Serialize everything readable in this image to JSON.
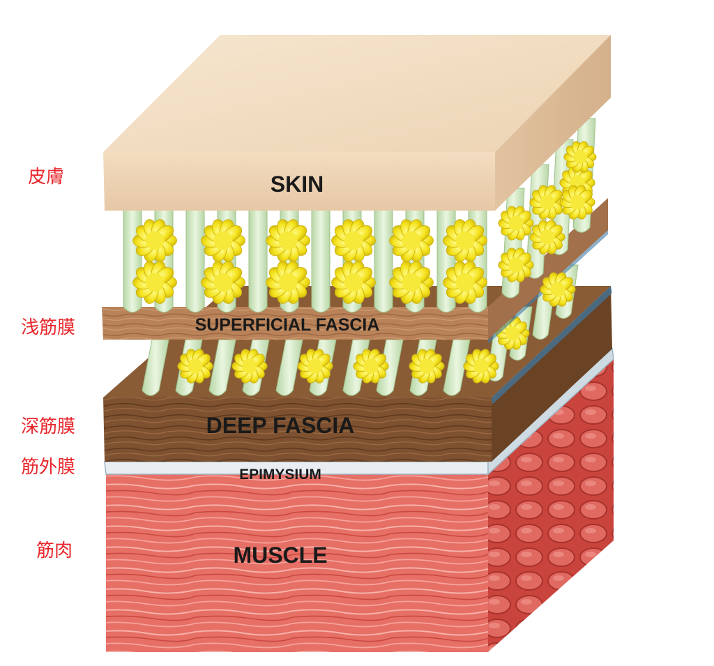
{
  "diagram": {
    "side_labels": {
      "skin": "皮膚",
      "superficial_fascia": "浅筋膜",
      "deep_fascia": "深筋膜",
      "epimysium": "筋外膜",
      "muscle": "筋肉"
    },
    "layer_labels": {
      "skin": "SKIN",
      "superficial_fascia": "SUPERFICIAL FASCIA",
      "deep_fascia": "DEEP FASCIA",
      "epimysium": "EPIMYSIUM",
      "muscle": "MUSCLE"
    },
    "colors": {
      "skin": "#f1dcc0",
      "fascia_wood": "#b07a52",
      "deep_fascia_wood": "#7a4f2c",
      "epimysium": "#e8eef2",
      "muscle": "#e8736a",
      "fat_globule": "#f4e21c",
      "connective_strand": "#cfe6bf",
      "label_red": "#e8262b"
    }
  }
}
